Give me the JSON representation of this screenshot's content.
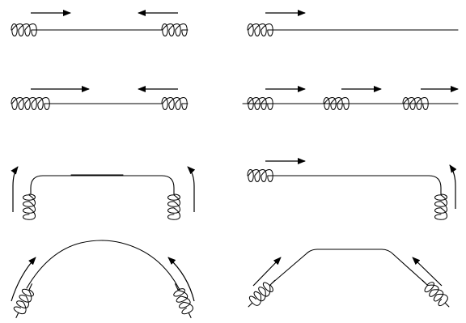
{
  "title": "",
  "panels": [
    {
      "id": "straight-two-coils",
      "description_visible_text": ""
    },
    {
      "id": "straight-one-coil",
      "description_visible_text": ""
    },
    {
      "id": "straight-five-and-three-coils",
      "description_visible_text": ""
    },
    {
      "id": "straight-three-coil-groups",
      "description_visible_text": ""
    },
    {
      "id": "bent-ends-two-coils",
      "description_visible_text": ""
    },
    {
      "id": "bent-end-one-coil",
      "description_visible_text": ""
    },
    {
      "id": "arch-two-coils",
      "description_visible_text": ""
    },
    {
      "id": "trapezoid-two-coils",
      "description_visible_text": ""
    }
  ],
  "colors": {
    "line": "#000000",
    "background": "#ffffff"
  }
}
